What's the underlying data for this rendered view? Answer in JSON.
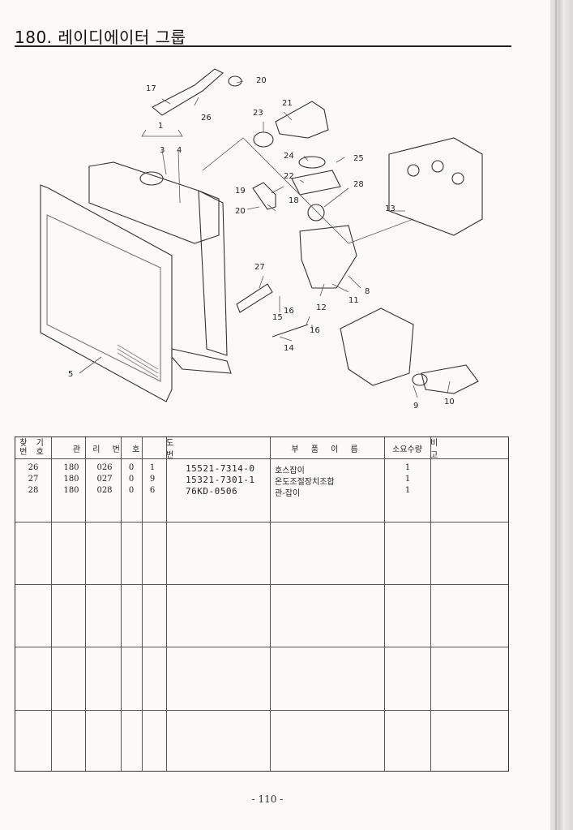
{
  "title": "180. 레이디에이터 그룹",
  "diagram": {
    "callouts": [
      "1",
      "3",
      "4",
      "5",
      "9",
      "8",
      "10",
      "11",
      "12",
      "13",
      "14",
      "15",
      "16",
      "16",
      "17",
      "18",
      "19",
      "20",
      "20",
      "21",
      "22",
      "23",
      "24",
      "25",
      "26",
      "27",
      "28"
    ]
  },
  "table": {
    "headers": {
      "no_line1": "찾 기",
      "no_line2": "번 호",
      "mgmt": "관 리 번 호",
      "drawing": "도 번",
      "part_name": "부 품 이 름",
      "qty": "소요수량",
      "remarks": "비 고"
    },
    "rows": [
      {
        "no": "26",
        "m1": "180",
        "m2": "026",
        "m3": "0",
        "m4": "1",
        "part_no": "15521-7314-0",
        "name": "호스잡이",
        "qty": "1"
      },
      {
        "no": "27",
        "m1": "180",
        "m2": "027",
        "m3": "0",
        "m4": "9",
        "part_no": "15321-7301-1",
        "name": "온도조절장치조합",
        "qty": "1"
      },
      {
        "no": "28",
        "m1": "180",
        "m2": "028",
        "m3": "0",
        "m4": "6",
        "part_no": "76KD-0506",
        "name": "관-잡이",
        "qty": "1"
      }
    ]
  },
  "page_number": "- 110 -"
}
